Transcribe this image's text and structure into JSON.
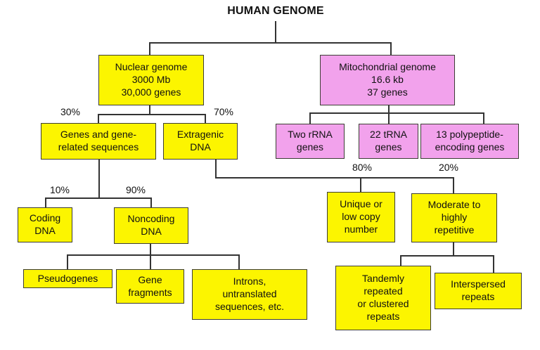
{
  "title": "HUMAN GENOME",
  "colors": {
    "background": "#ffffff",
    "box_yellow": "#fcf500",
    "box_pink": "#f2a2ec",
    "border": "#3d3d35",
    "line": "#333333",
    "text": "#111111"
  },
  "nodes": {
    "nuclear": {
      "label": "Nuclear genome\n3000 Mb\n30,000 genes"
    },
    "mitochondrial": {
      "label": "Mitochondrial genome\n16.6 kb\n37 genes"
    },
    "genes_related": {
      "label": "Genes and gene-\nrelated sequences"
    },
    "extragenic": {
      "label": "Extragenic\nDNA"
    },
    "two_rrna": {
      "label": "Two rRNA\ngenes"
    },
    "trna_22": {
      "label": "22 tRNA\ngenes"
    },
    "polypeptide_13": {
      "label": "13 polypeptide-\nencoding genes"
    },
    "coding": {
      "label": "Coding\nDNA"
    },
    "noncoding": {
      "label": "Noncoding\nDNA"
    },
    "unique": {
      "label": "Unique or\nlow copy\nnumber"
    },
    "moderate": {
      "label": "Moderate to\nhighly\nrepetitive"
    },
    "pseudogenes": {
      "label": "Pseudogenes"
    },
    "gene_fragments": {
      "label": "Gene\nfragments"
    },
    "introns": {
      "label": "Introns,\nuntranslated\nsequences, etc."
    },
    "tandemly": {
      "label": "Tandemly\nrepeated\nor clustered\nrepeats"
    },
    "interspersed": {
      "label": "Interspersed\nrepeats"
    }
  },
  "percents": {
    "genes_related": "30%",
    "extragenic": "70%",
    "coding": "10%",
    "noncoding": "90%",
    "unique": "80%",
    "moderate": "20%"
  },
  "edges": [
    {
      "from": "HUMAN GENOME",
      "to": "Nuclear genome"
    },
    {
      "from": "HUMAN GENOME",
      "to": "Mitochondrial genome"
    },
    {
      "from": "Nuclear genome",
      "to": "Genes and gene-related sequences",
      "percent": "30%"
    },
    {
      "from": "Nuclear genome",
      "to": "Extragenic DNA",
      "percent": "70%"
    },
    {
      "from": "Genes and gene-related sequences",
      "to": "Coding DNA",
      "percent": "10%"
    },
    {
      "from": "Genes and gene-related sequences",
      "to": "Noncoding DNA",
      "percent": "90%"
    },
    {
      "from": "Extragenic DNA",
      "to": "Unique or low copy number",
      "percent": "80%"
    },
    {
      "from": "Extragenic DNA",
      "to": "Moderate to highly repetitive",
      "percent": "20%"
    },
    {
      "from": "Mitochondrial genome",
      "to": "Two rRNA genes"
    },
    {
      "from": "Mitochondrial genome",
      "to": "22 tRNA genes"
    },
    {
      "from": "Mitochondrial genome",
      "to": "13 polypeptide-encoding genes"
    },
    {
      "from": "Noncoding DNA",
      "to": "Pseudogenes"
    },
    {
      "from": "Noncoding DNA",
      "to": "Gene fragments"
    },
    {
      "from": "Noncoding DNA",
      "to": "Introns, untranslated sequences, etc."
    },
    {
      "from": "Moderate to highly repetitive",
      "to": "Tandemly repeated or clustered repeats"
    },
    {
      "from": "Moderate to highly repetitive",
      "to": "Interspersed repeats"
    }
  ]
}
